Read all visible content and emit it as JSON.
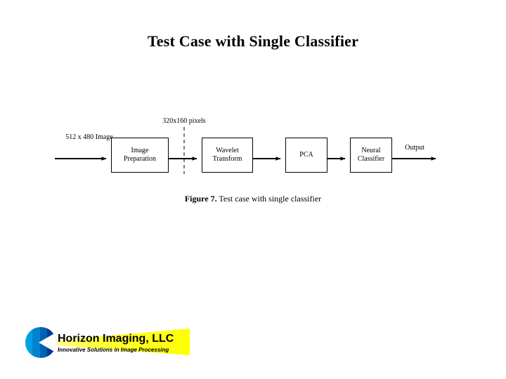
{
  "slide": {
    "title": "Test Case with Single Classifier",
    "background_color": "#ffffff"
  },
  "diagram": {
    "type": "block-flow-diagram",
    "line_color": "#000000",
    "box_fill": "#ffffff",
    "input_label_line1": "512 x 480",
    "input_label_line2": "Image",
    "intermediate_label": "320x160 pixels",
    "output_label": "Output",
    "boxes": [
      {
        "id": "image-preparation",
        "line1": "Image",
        "line2": "Preparation"
      },
      {
        "id": "wavelet-transform",
        "line1": "Wavelet",
        "line2": "Transform"
      },
      {
        "id": "pca",
        "line1": "PCA",
        "line2": ""
      },
      {
        "id": "neural-classifier",
        "line1": "Neural",
        "line2": "Classifier"
      }
    ]
  },
  "caption": {
    "bold_prefix": "Figure 7.",
    "text": " Test case with single classifier"
  },
  "logo": {
    "name": "Horizon Imaging, LLC",
    "tagline": "Innovative Solutions in Image Processing",
    "highlight_color": "#ffff00",
    "mark_colors": [
      "#00a0e0",
      "#0078c8",
      "#0050a8",
      "#002a7a",
      "#001a5c"
    ]
  }
}
